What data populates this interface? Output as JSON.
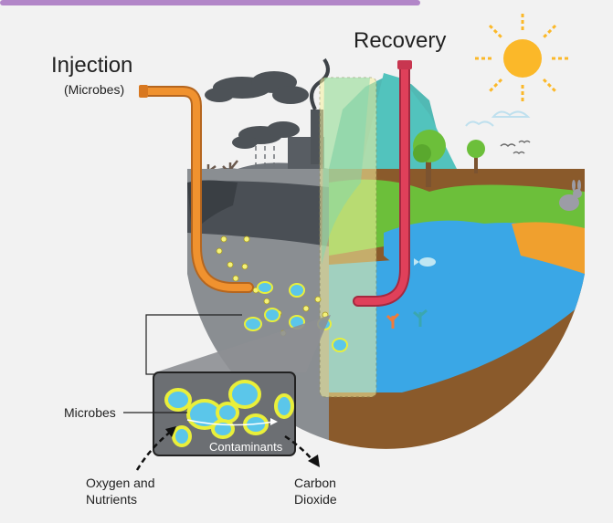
{
  "labels": {
    "injection": "Injection",
    "injection_sub": "(Microbes)",
    "recovery": "Recovery",
    "microbes": "Microbes",
    "contaminants": "Contaminants",
    "oxygen": "Oxygen and\nNutrients",
    "carbon": "Carbon\nDioxide"
  },
  "colors": {
    "background": "#f2f2f2",
    "injection_pipe": "#f0922f",
    "recovery_pipe": "#e0405a",
    "water": "#3aa7e6",
    "grass": "#6cbf3a",
    "soil": "#8a5a2b",
    "polluted_ground": "#4a4f55",
    "sun": "#fbb829",
    "microbe_fill": "#5bc6ea",
    "microbe_ring": "#e9ef3a",
    "treatment_zone": "#f6f2a0"
  },
  "icons": [
    "sun-icon",
    "bird-icon",
    "rabbit-icon",
    "fish-icon",
    "factory-icon",
    "tree-icon",
    "cloud-icon"
  ]
}
